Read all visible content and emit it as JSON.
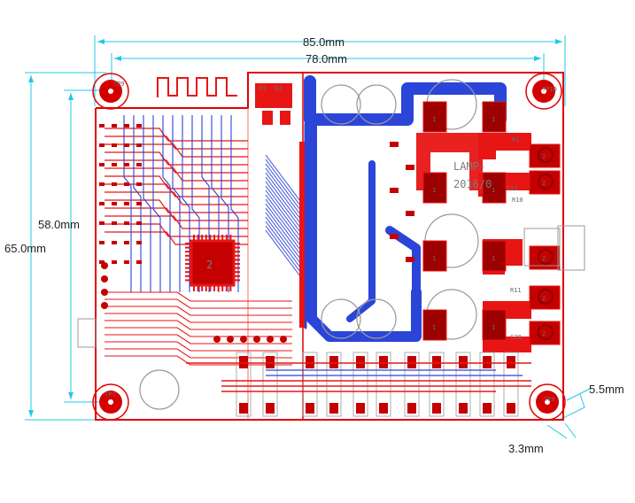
{
  "dimensions": {
    "overall_width": "85.0mm",
    "inner_width": "78.0mm",
    "inner_height": "58.0mm",
    "overall_height": "65.0mm",
    "hole_offset_x": "5.5mm",
    "hole_offset_y": "3.3mm"
  },
  "board": {
    "silk_label_1": "LAMP-",
    "silk_label_2": "2016/0",
    "chip_marker": "2",
    "pad_marker": "1"
  },
  "test_points": {
    "tp_top_left": "TP9",
    "tp_top_right": "TP10",
    "tp_bottom_left": "TP7",
    "tp_bottom_right": "TP8"
  },
  "components": {
    "d1": "D1",
    "d2": "D2",
    "r1": "R1",
    "r10": "R10",
    "c28": "C28",
    "c33": "C33",
    "r11": "R11"
  },
  "colors": {
    "board_outline": "#e00000",
    "top_copper": "#e81515",
    "bottom_copper": "#2a45d8",
    "pad": "#c40000",
    "dimension": "#22c8e6",
    "silkscreen": "#8c8c8c"
  }
}
